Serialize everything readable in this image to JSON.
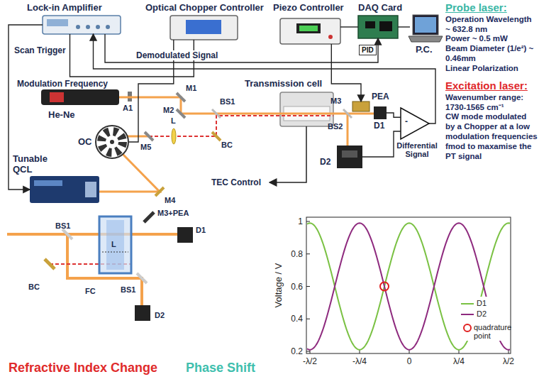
{
  "diagram": {
    "nodes": [
      {
        "text": [
          "Lock-in Amplifier"
        ]
      },
      {
        "text": [
          "Optical Chopper Controller"
        ]
      },
      {
        "text": [
          "Piezo Controller"
        ]
      },
      {
        "text": [
          "DAQ Card"
        ]
      },
      {
        "text": [
          "P.C."
        ]
      },
      {
        "text": [
          "He-Ne"
        ]
      },
      {
        "text": [
          "OC"
        ]
      },
      {
        "text": [
          "Tunable QCL"
        ]
      },
      {
        "text": [
          "Transmission cell"
        ]
      },
      {
        "text": [
          "PEA"
        ]
      },
      {
        "text": [
          "D1"
        ]
      },
      {
        "text": [
          "D2"
        ]
      },
      {
        "text": [
          "-",
          "Differential Signal"
        ]
      }
    ],
    "edges": [
      {
        "from": 0,
        "to": 7,
        "arrow": "to",
        "label": "Scan Trigger"
      },
      {
        "from": 0,
        "to": 3,
        "arrow": "to",
        "label": "Demodulated Signal"
      },
      {
        "from": 1,
        "to": 0,
        "arrow": "none",
        "label": "Modulation Frequency"
      },
      {
        "from": 1,
        "to": 6,
        "arrow": "none"
      },
      {
        "from": 12,
        "to": 0,
        "arrow": "to"
      },
      {
        "from": 2,
        "to": 9,
        "arrow": "to"
      },
      {
        "from": 3,
        "to": 2,
        "arrow": "none"
      },
      {
        "from": 3,
        "to": 4,
        "arrow": "none"
      },
      {
        "from": 10,
        "to": 12,
        "arrow": "none"
      },
      {
        "from": 11,
        "to": 12,
        "arrow": "none"
      }
    ],
    "labels": [
      "Probe laser:",
      "Operation Wavelength ~ 632.8 nm",
      "Power ~ 0.5 mW",
      "Beam Diameter (1/e²) ~ 0.46mm",
      "Linear Polarization",
      "Excitation laser:",
      "Wavenumber range: 1730-1565 cm⁻¹",
      "CW mode modulated by a Chopper at a low modulation frequencies fmod to maxamise the PT signal",
      "PID",
      "A1",
      "M1",
      "M2",
      "L",
      "M5",
      "BS1",
      "BC",
      "M4",
      "M3",
      "BS2",
      "TEC Control",
      "BS1",
      "BC",
      "L",
      "M3+PEA",
      "D1",
      "BS1",
      "D2",
      "Refractive Index Change",
      "Phase Shift",
      "Voltage / V",
      "1",
      "0.8",
      "0.6",
      "0.4",
      "0.2",
      "-λ/2",
      "-λ/4",
      "0",
      "λ/4",
      "λ/2",
      "FC"
    ],
    "legend": [
      {
        "text": "D1"
      },
      {
        "text": "D2"
      },
      {
        "text": "quadrature point"
      }
    ]
  }
}
